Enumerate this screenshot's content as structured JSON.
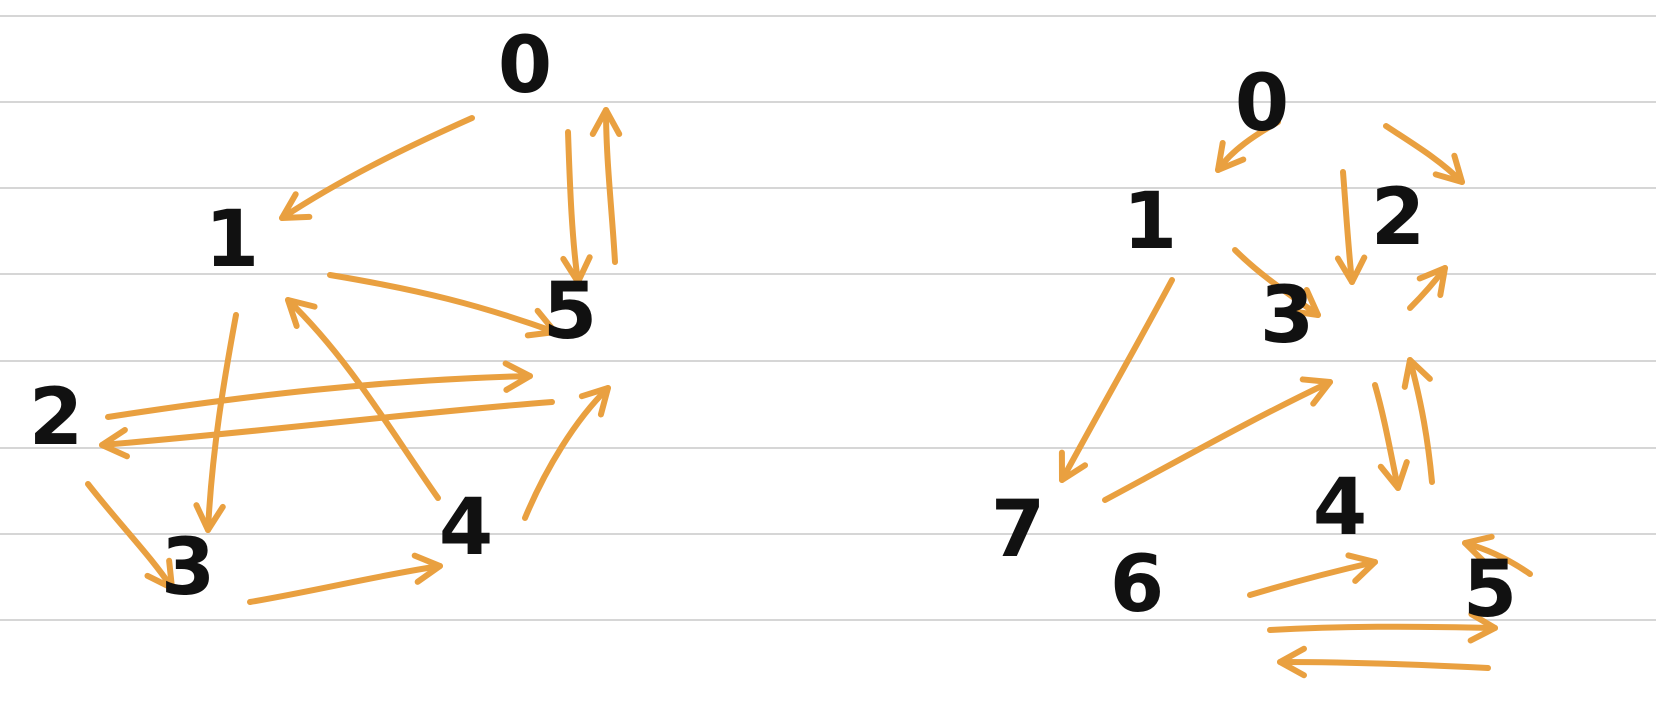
{
  "colors": {
    "edge": "#e9a040",
    "node": "#111111",
    "rule": "#d6d6d6",
    "background": "#ffffff"
  },
  "graphs": [
    {
      "name": "left-graph",
      "nodes": [
        {
          "id": "0",
          "label": "0"
        },
        {
          "id": "1",
          "label": "1"
        },
        {
          "id": "2",
          "label": "2"
        },
        {
          "id": "3",
          "label": "3"
        },
        {
          "id": "4",
          "label": "4"
        },
        {
          "id": "5",
          "label": "5"
        }
      ],
      "edges": [
        {
          "from": "0",
          "to": "1"
        },
        {
          "from": "0",
          "to": "5"
        },
        {
          "from": "5",
          "to": "0"
        },
        {
          "from": "1",
          "to": "5"
        },
        {
          "from": "1",
          "to": "3"
        },
        {
          "from": "2",
          "to": "5"
        },
        {
          "from": "5",
          "to": "2"
        },
        {
          "from": "2",
          "to": "3"
        },
        {
          "from": "3",
          "to": "4"
        },
        {
          "from": "4",
          "to": "1"
        },
        {
          "from": "4",
          "to": "5"
        }
      ]
    },
    {
      "name": "right-graph",
      "nodes": [
        {
          "id": "0",
          "label": "0"
        },
        {
          "id": "1",
          "label": "1"
        },
        {
          "id": "2",
          "label": "2"
        },
        {
          "id": "3",
          "label": "3"
        },
        {
          "id": "4",
          "label": "4"
        },
        {
          "id": "5",
          "label": "5"
        },
        {
          "id": "6",
          "label": "6"
        },
        {
          "id": "7",
          "label": "7"
        }
      ],
      "edges": [
        {
          "from": "0",
          "to": "1"
        },
        {
          "from": "0",
          "to": "3"
        },
        {
          "from": "0",
          "to": "2"
        },
        {
          "from": "1",
          "to": "3"
        },
        {
          "from": "1",
          "to": "7"
        },
        {
          "from": "3",
          "to": "2"
        },
        {
          "from": "7",
          "to": "3"
        },
        {
          "from": "3",
          "to": "4"
        },
        {
          "from": "4",
          "to": "3"
        },
        {
          "from": "6",
          "to": "4"
        },
        {
          "from": "5",
          "to": "4"
        },
        {
          "from": "6",
          "to": "5"
        },
        {
          "from": "5",
          "to": "6"
        }
      ]
    }
  ]
}
